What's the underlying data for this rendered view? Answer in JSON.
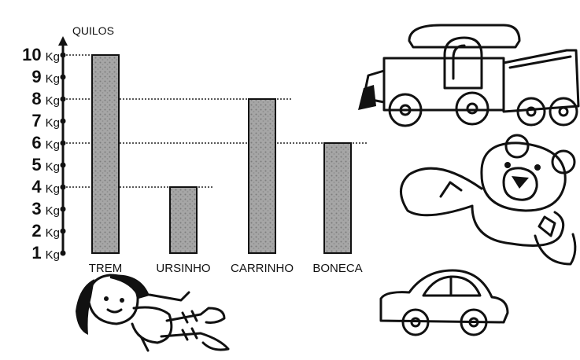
{
  "chart_data": {
    "type": "bar",
    "ylabel": "QUILOS",
    "y_ticks": [
      {
        "value": 1,
        "num": "1",
        "unit": "Kg"
      },
      {
        "value": 2,
        "num": "2",
        "unit": "Kg"
      },
      {
        "value": 3,
        "num": "3",
        "unit": "Kg"
      },
      {
        "value": 4,
        "num": "4",
        "unit": "Kg"
      },
      {
        "value": 5,
        "num": "5",
        "unit": "Kg"
      },
      {
        "value": 6,
        "num": "6",
        "unit": "Kg"
      },
      {
        "value": 7,
        "num": "7",
        "unit": "Kg"
      },
      {
        "value": 8,
        "num": "8",
        "unit": "Kg"
      },
      {
        "value": 9,
        "num": "9",
        "unit": "Kg"
      },
      {
        "value": 10,
        "num": "10",
        "unit": "Kg"
      }
    ],
    "categories": [
      "TREM",
      "URSINHO",
      "CARRINHO",
      "BONECA"
    ],
    "values": [
      10,
      4,
      8,
      6
    ],
    "ylim": [
      1,
      10
    ],
    "bar_color": "#9a9a9a",
    "grid": "dotted guide lines from axis to bar tops"
  },
  "illustrations": [
    "train-icon",
    "teddy-bear-icon",
    "toy-car-icon",
    "doll-icon"
  ]
}
